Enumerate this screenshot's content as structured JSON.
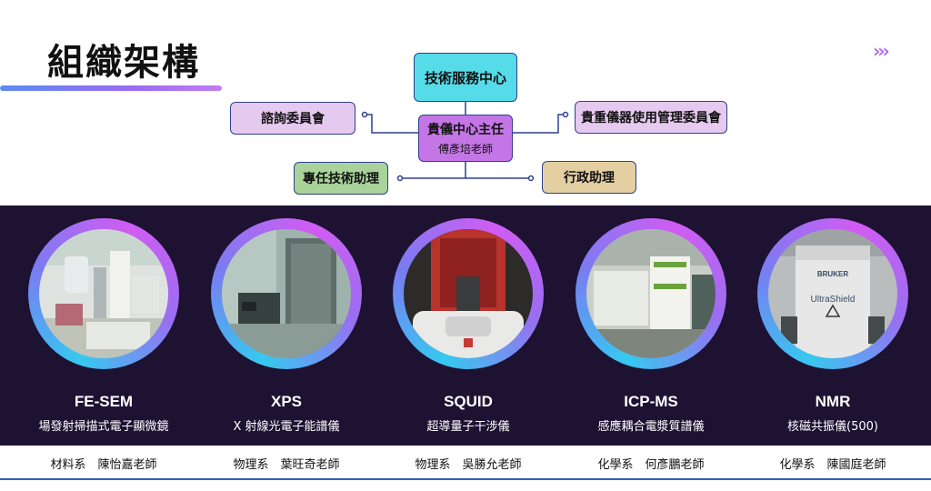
{
  "header": {
    "title": "組織架構",
    "more_icon": "triple-chevron-right-icon"
  },
  "org_chart": {
    "top": "技術服務中心",
    "director": {
      "title": "貴儀中心主任",
      "name": "傅彥培老師"
    },
    "advisory": "諮詢委員會",
    "committee": "貴重儀器使用管理委員會",
    "assistant": "專任技術助理",
    "admin": "行政助理"
  },
  "colors": {
    "panel_bg": "#1e1233",
    "top_box": "#56dbe8",
    "director_box": "#c476e6",
    "committee_box": "#e6c9ef",
    "assistant_box": "#a9d39a",
    "admin_box": "#e4cfa2"
  },
  "instruments": [
    {
      "name": "FE-SEM",
      "desc": "場發射掃描式電子顯微鏡",
      "owner": "材料系　陳怡嘉老師"
    },
    {
      "name": "XPS",
      "desc": "X 射線光電子能譜儀",
      "owner": "物理系　葉旺奇老師"
    },
    {
      "name": "SQUID",
      "desc": "超導量子干涉儀",
      "owner": "物理系　吳勝允老師"
    },
    {
      "name": "ICP-MS",
      "desc": "感應耦合電漿質譜儀",
      "owner": "化學系　何彥鵬老師"
    },
    {
      "name": "NMR",
      "desc": "核磁共振儀(500)",
      "owner": "化學系　陳國庭老師",
      "photo_label": "UltraShield",
      "photo_brand": "BRUKER"
    }
  ]
}
